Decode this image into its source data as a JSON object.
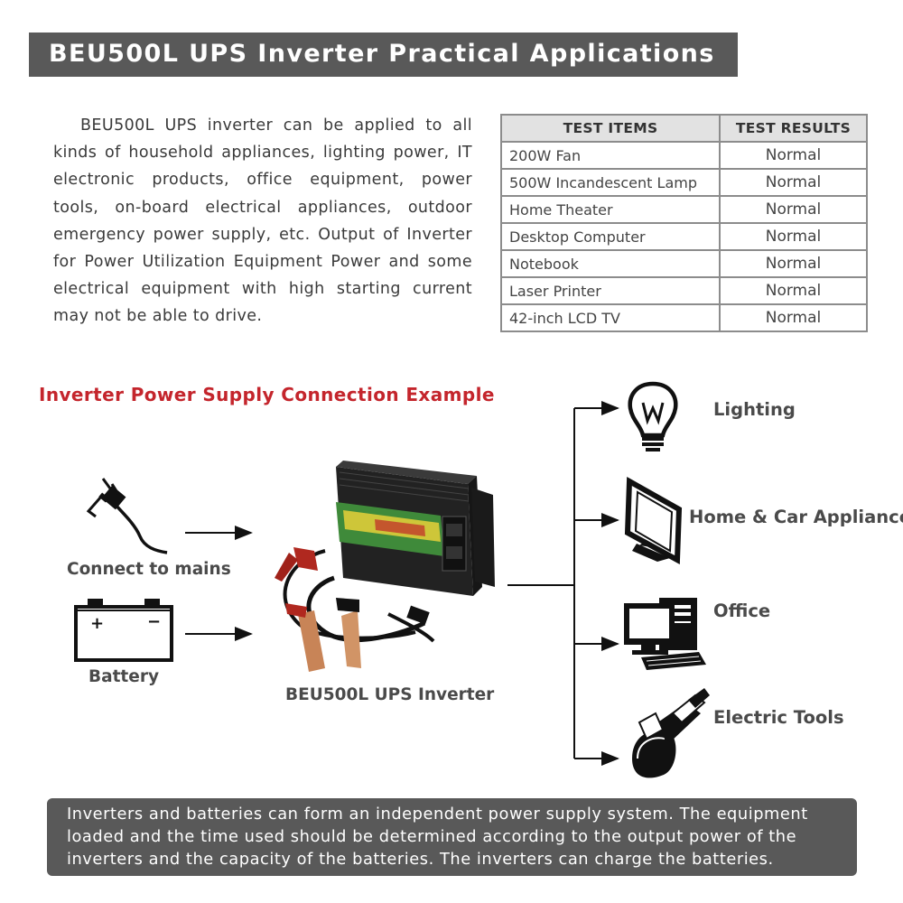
{
  "header": {
    "title": "BEU500L UPS Inverter Practical Applications"
  },
  "intro": {
    "text": "BEU500L UPS inverter can be applied to all kinds of household appliances, lighting power, IT electronic products, office equipment, power tools, on-board electrical appliances, outdoor emergency power supply, etc. Output of Inverter for Power Utilization Equipment Power and some electrical equipment with high starting current may not be able to drive."
  },
  "test_table": {
    "headers": [
      "TEST ITEMS",
      "TEST RESULTS"
    ],
    "rows": [
      {
        "item": "200W Fan",
        "result": "Normal"
      },
      {
        "item": "500W Incandescent Lamp",
        "result": "Normal"
      },
      {
        "item": "Home Theater",
        "result": "Normal"
      },
      {
        "item": "Desktop Computer",
        "result": "Normal"
      },
      {
        "item": "Notebook",
        "result": "Normal"
      },
      {
        "item": "Laser Printer",
        "result": "Normal"
      },
      {
        "item": "42-inch LCD TV",
        "result": "Normal"
      }
    ]
  },
  "connection": {
    "heading": "Inverter Power Supply Connection Example",
    "inputs": {
      "mains_label": "Connect to mains",
      "battery_label": "Battery",
      "battery_plus": "+",
      "battery_minus": "−"
    },
    "inverter_label": "BEU500L UPS Inverter",
    "outputs": {
      "lighting": "Lighting",
      "home_car": "Home & Car Appliances",
      "office": "Office",
      "tools": "Electric Tools"
    },
    "icons": [
      "power-plug-icon",
      "battery-icon",
      "lightbulb-icon",
      "monitor-icon",
      "desktop-computer-icon",
      "angle-grinder-icon"
    ]
  },
  "footer": {
    "text": "Inverters and batteries can form an independent power supply system. The equipment loaded and the time used should be determined according to the output power of the inverters and the capacity of the batteries. The inverters can charge the batteries."
  },
  "colors": {
    "banner": "#595959",
    "heading_red": "#c4252c",
    "table_border": "#8c8c8c",
    "table_header": "#e2e2e2"
  }
}
